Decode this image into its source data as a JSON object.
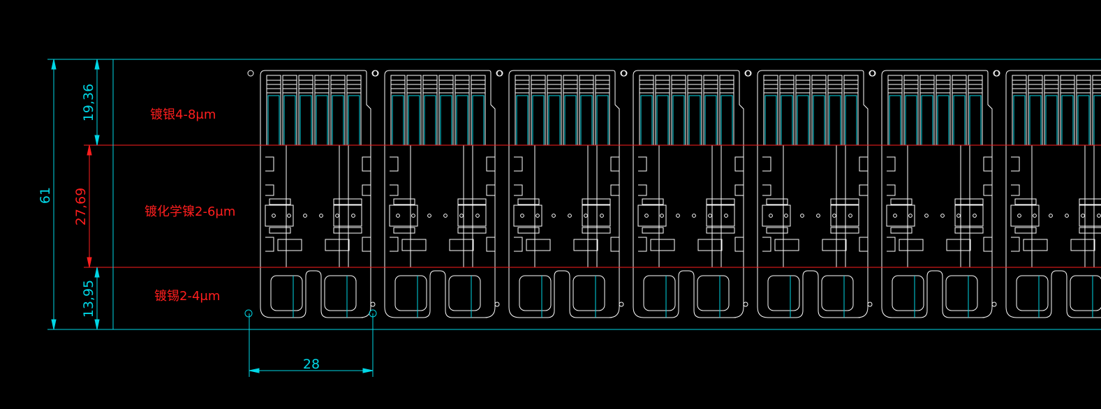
{
  "colors": {
    "background": "#000000",
    "dimension": "#00d7e6",
    "zone_line": "#ff1e1e",
    "outline": "#ffffff"
  },
  "dimensions": {
    "total_height": "61",
    "top_zone": "19,36",
    "middle_zone": "27,69",
    "bottom_zone": "13,95",
    "pitch": "28"
  },
  "zones": {
    "silver": "镀银4-8μm",
    "nickel": "镀化学镍2-6μm",
    "tin": "镀锡2-4μm"
  },
  "units": {
    "count": 7
  }
}
